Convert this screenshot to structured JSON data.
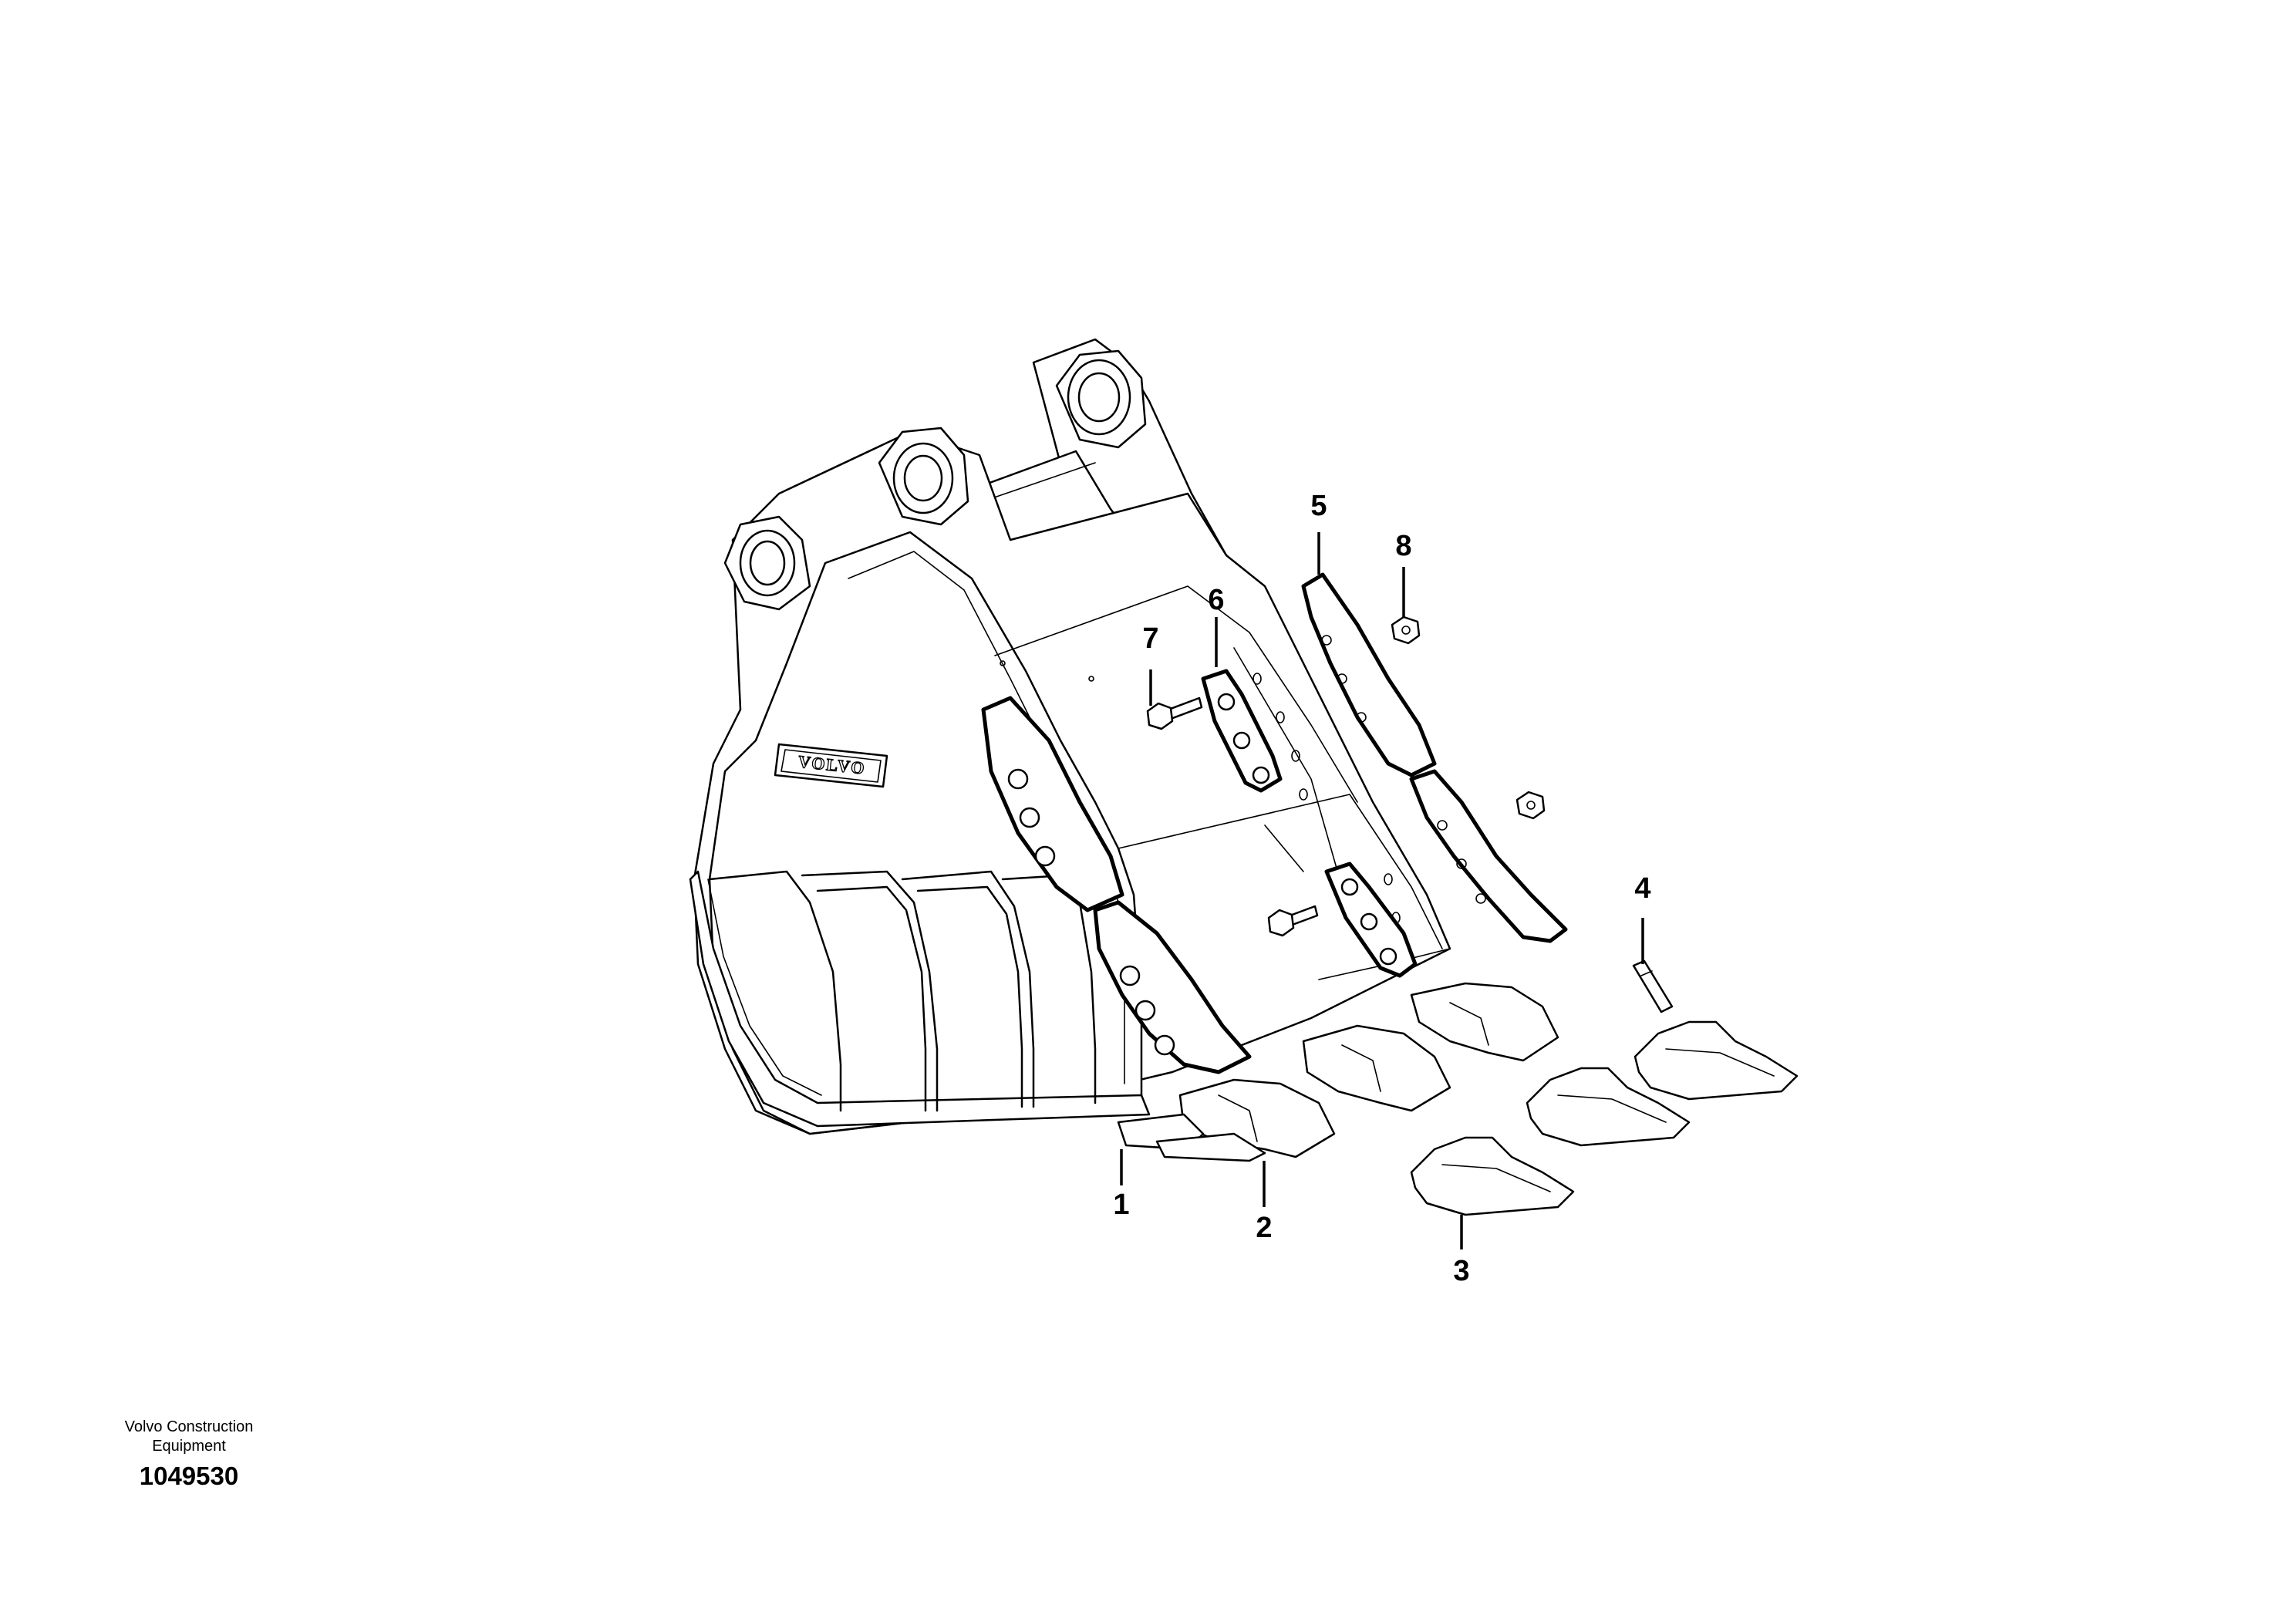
{
  "brand_plate": "VOLVO",
  "callouts": [
    "1",
    "2",
    "3",
    "4",
    "5",
    "6",
    "7",
    "8"
  ],
  "footer": {
    "manufacturer": "Volvo Construction\nEquipment",
    "document_number": "1049530"
  }
}
